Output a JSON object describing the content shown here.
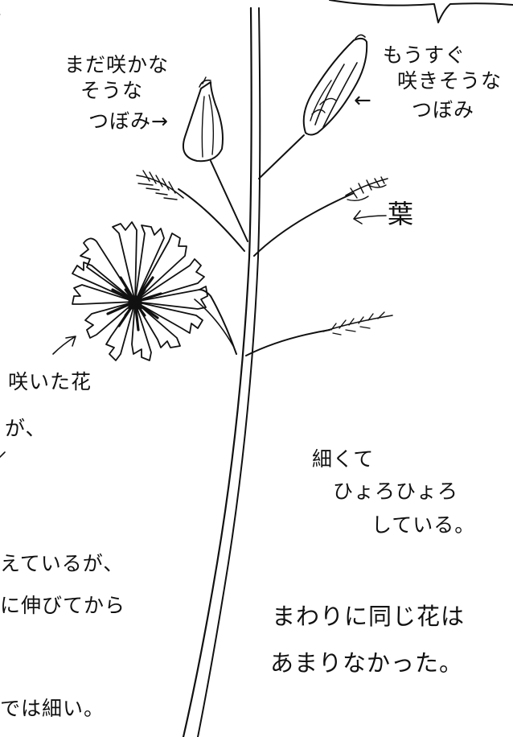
{
  "annotations": {
    "bud_closed": [
      "まだ咲かな",
      "そうな",
      "つぼみ→"
    ],
    "bud_opening": [
      "もうすぐ",
      "咲きそうな",
      "つぼみ"
    ],
    "bud_opening_arrow": "←",
    "leaf": "葉",
    "leaf_arrow": "⟵",
    "flower": "咲いた花",
    "left_fragment_1": "が、",
    "left_fragment_2": "えているが、",
    "left_fragment_3": "に伸びてから",
    "left_fragment_4": "では細い。",
    "stem_note": [
      "細くて",
      "ひょろひょろ",
      "している。"
    ],
    "surroundings_note": [
      "まわりに同じ花は",
      "あまりなかった。"
    ]
  },
  "colors": {
    "ink": "#111111",
    "paper": "#ffffff"
  }
}
